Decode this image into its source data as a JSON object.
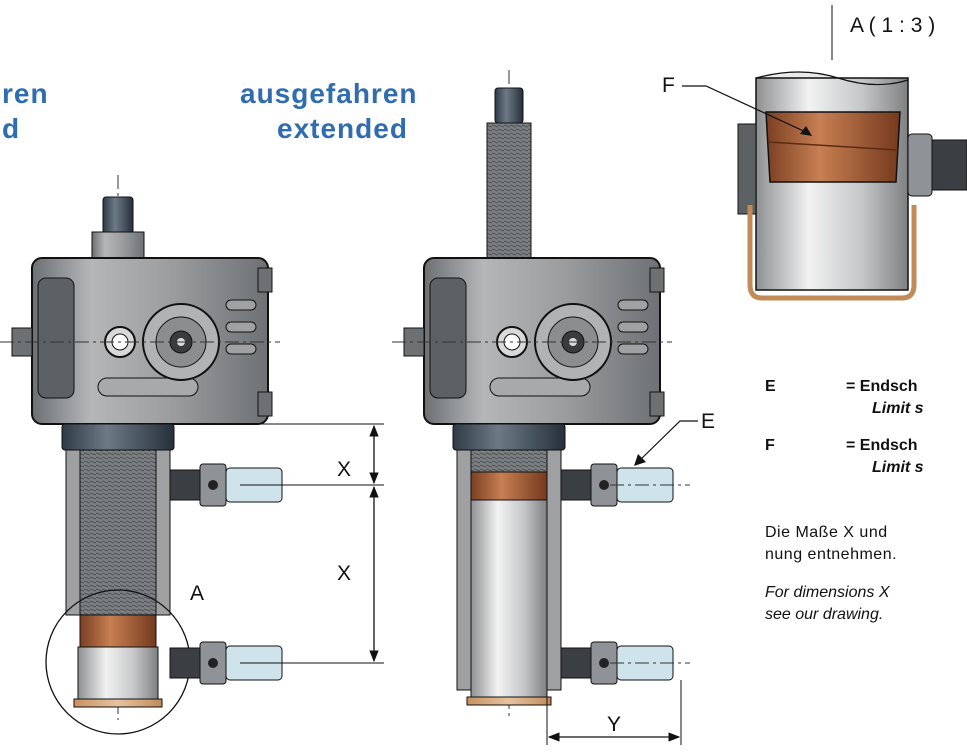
{
  "headings": {
    "left_de": "ren",
    "left_en": "d",
    "mid_de": "ausgefahren",
    "mid_en": "extended"
  },
  "detail": {
    "title": "A ( 1 : 3 )",
    "label_f": "F"
  },
  "labels": {
    "a": "A",
    "e": "E",
    "x1": "X",
    "x2": "X",
    "y": "Y"
  },
  "legend": {
    "e_key": "E",
    "e_de": "= Endsch",
    "e_en": "Limit s",
    "f_key": "F",
    "f_de": "= Endsch",
    "f_en": "Limit s"
  },
  "notes": {
    "de_line1": "Die Maße X und",
    "de_line2": "nung entnehmen.",
    "en_line1": "For dimensions X",
    "en_line2": "see our drawing."
  },
  "colors": {
    "heading": "#2f6db0",
    "housing": "#8e9193",
    "bronze": "#b5673e",
    "sensor": "#cfe3ea"
  }
}
